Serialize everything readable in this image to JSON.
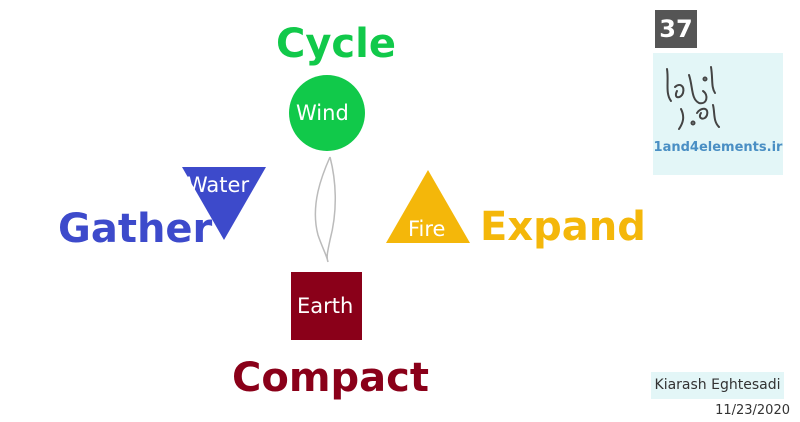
{
  "colors": {
    "cycle": "#11c94a",
    "gather": "#3d4acb",
    "expand": "#f4b70a",
    "compact": "#8a0019",
    "stem": "#bbbbbb",
    "panel": "#e3f6f7",
    "badge": "#555555"
  },
  "diagram": {
    "cycle": {
      "label": "Cycle",
      "element": "Wind"
    },
    "gather": {
      "label": "Gather",
      "element": "Water"
    },
    "expand": {
      "label": "Expand",
      "element": "Fire"
    },
    "compact": {
      "label": "Compact",
      "element": "Earth"
    }
  },
  "sidebar": {
    "slide_number": "37",
    "logo_icon": "calligraphy-logo-icon",
    "website": "1and4elements.ir"
  },
  "footer": {
    "author": "Kiarash Eghtesadi",
    "date": "11/23/2020"
  }
}
